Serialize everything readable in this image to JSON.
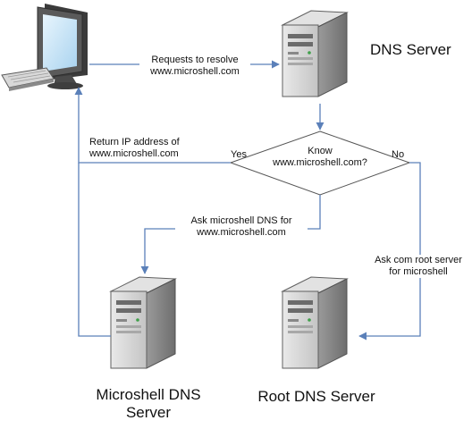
{
  "labels": {
    "requests": [
      "Requests to resolve",
      "www.microshell.com"
    ],
    "return_ip": [
      "Return IP address of",
      "www.microshell.com"
    ],
    "yes": "Yes",
    "no": "No",
    "decision": [
      "Know",
      "www.microshell.com?"
    ],
    "ask_microshell": [
      "Ask microshell DNS for",
      "www.microshell.com"
    ],
    "ask_root": [
      "Ask com root server",
      "for microshell"
    ]
  },
  "nodes": {
    "dns_server": "DNS Server",
    "microshell_dns": [
      "Microshell DNS",
      "Server"
    ],
    "root_dns": "Root DNS Server"
  },
  "colors": {
    "arrow": "#5b80b9",
    "server_body": "#cfcfcf",
    "server_dark": "#7a7a7a",
    "monitor": "#4a4a4a",
    "screen": "#bfe0f4",
    "decision_fill": "#ffffff",
    "decision_stroke": "#555555"
  }
}
